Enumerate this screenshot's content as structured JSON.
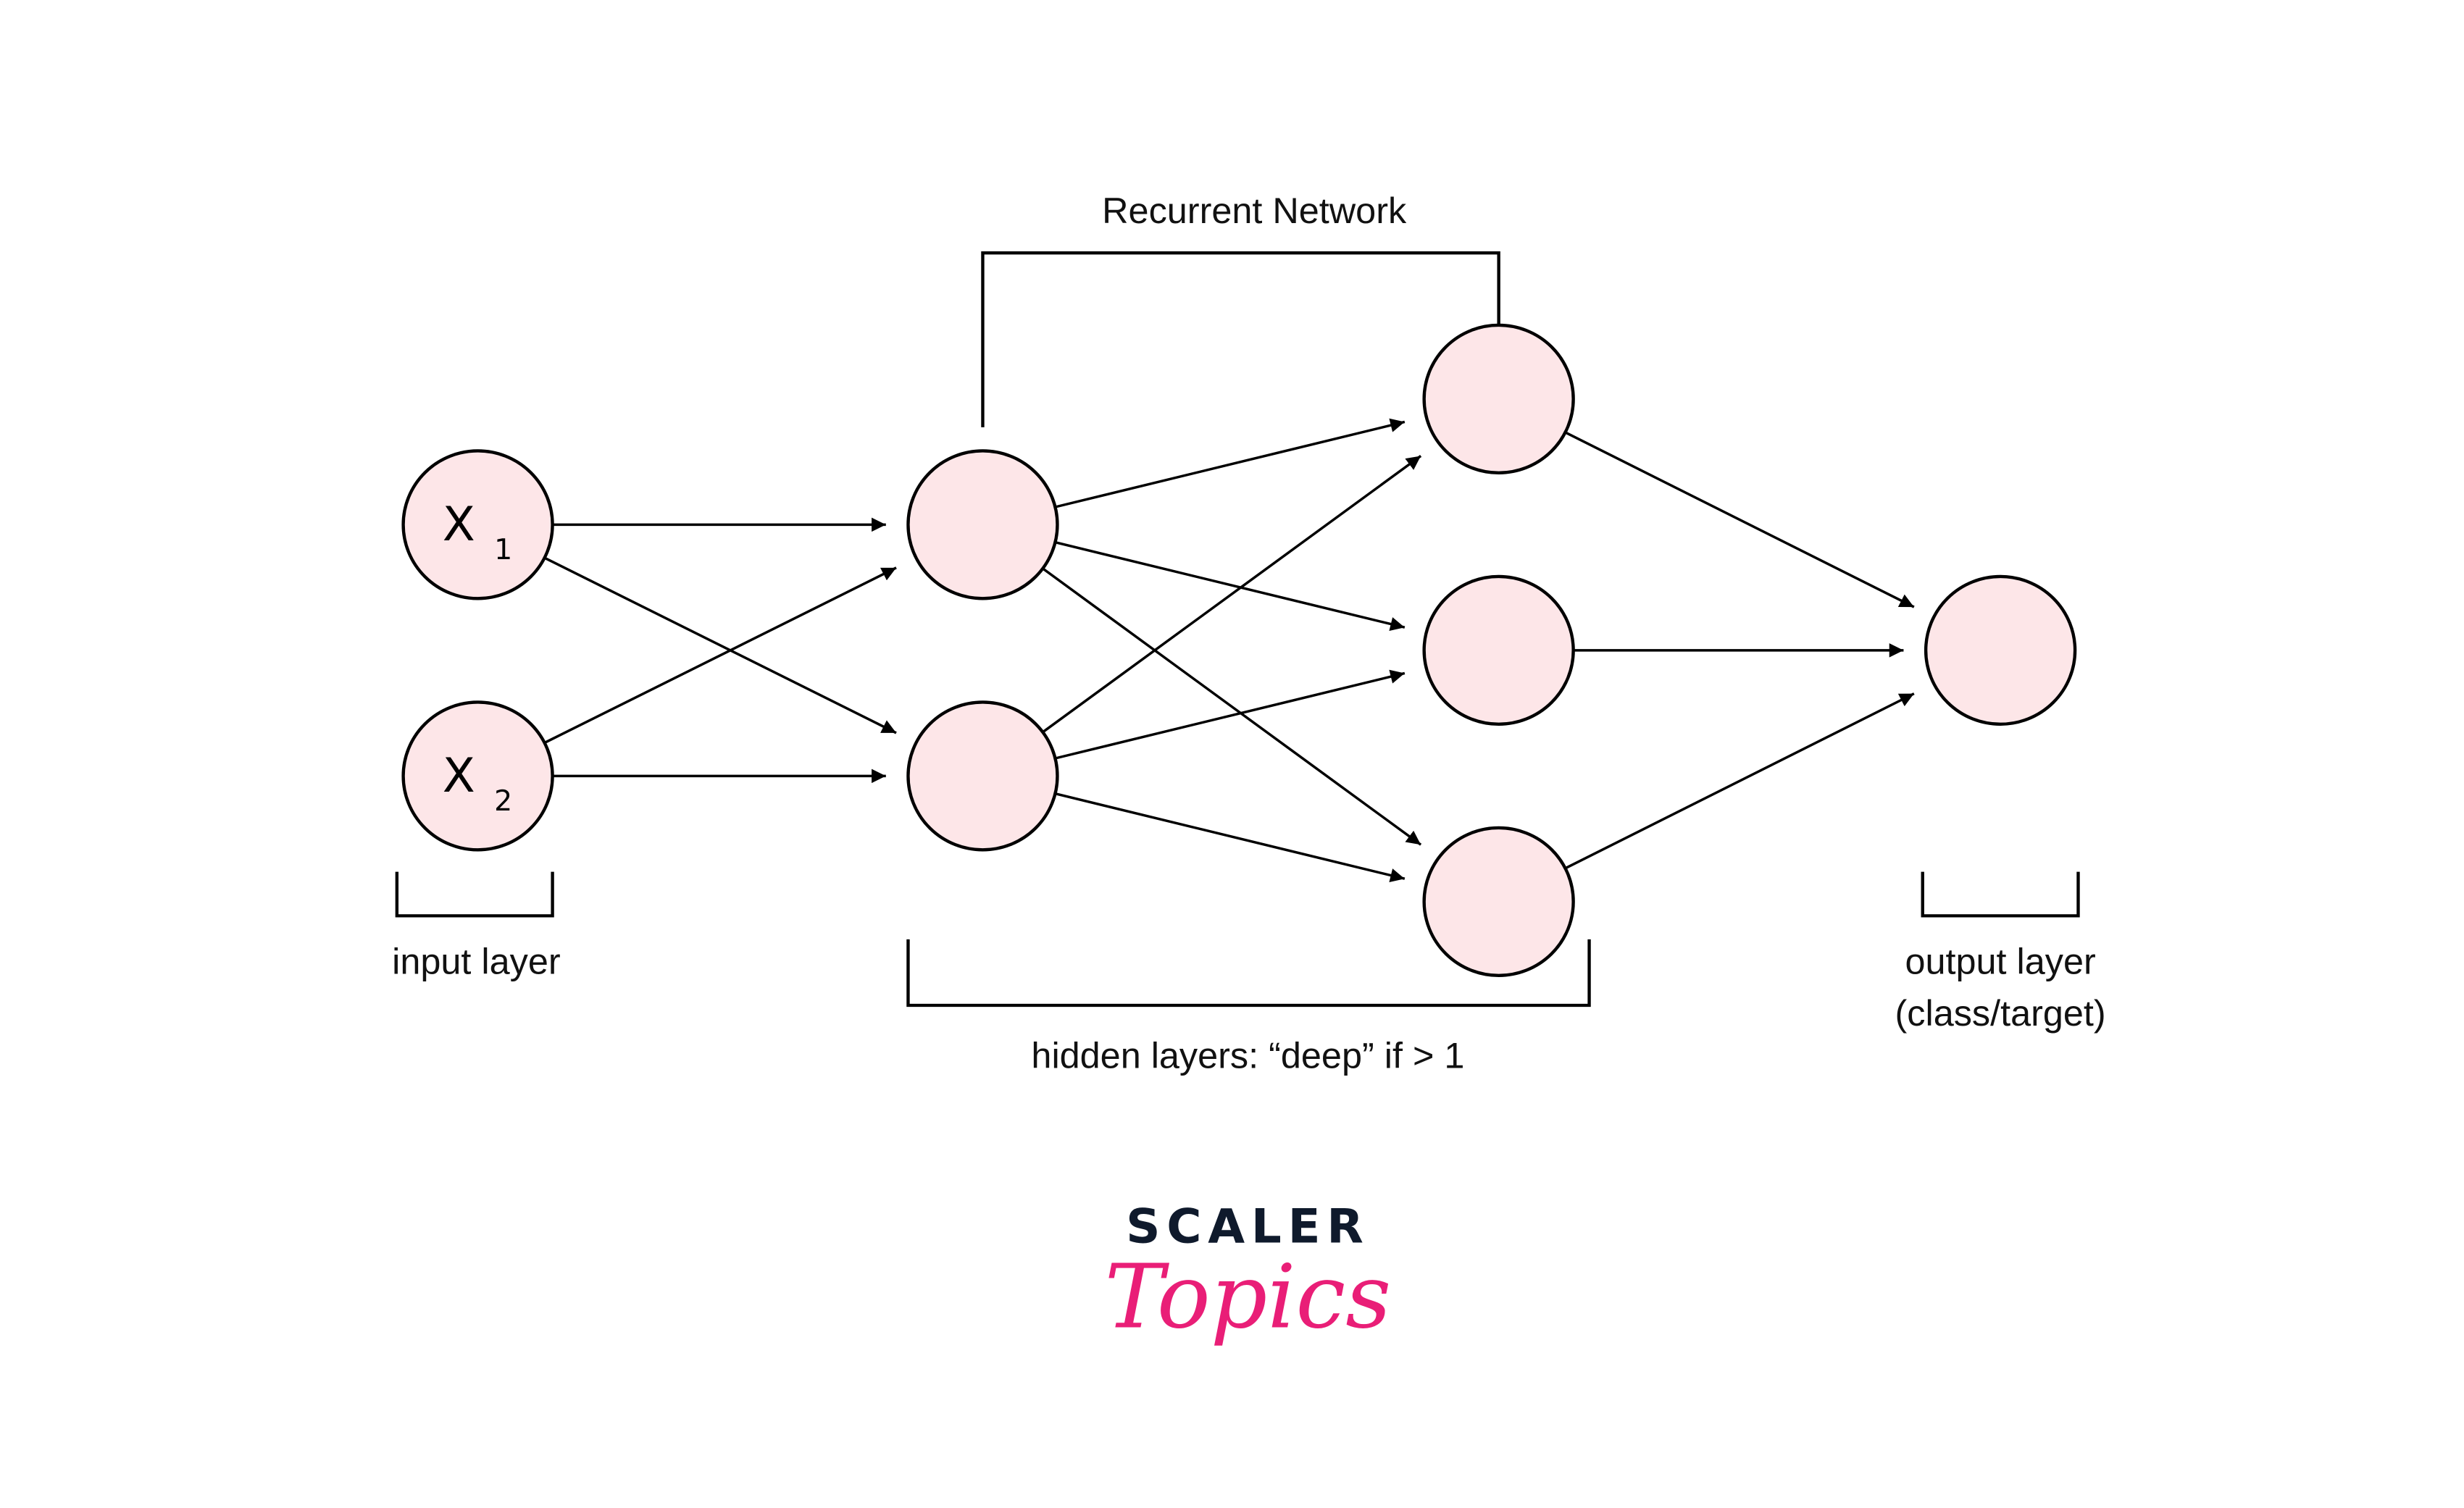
{
  "diagram": {
    "title": "Recurrent Network",
    "nodes": [
      {
        "id": "x1",
        "layer": "input",
        "label": "X",
        "subscript": "1"
      },
      {
        "id": "x2",
        "layer": "input",
        "label": "X",
        "subscript": "2"
      },
      {
        "id": "h1a",
        "layer": "hidden1",
        "label": "",
        "subscript": ""
      },
      {
        "id": "h1b",
        "layer": "hidden1",
        "label": "",
        "subscript": ""
      },
      {
        "id": "h2a",
        "layer": "hidden2",
        "label": "",
        "subscript": ""
      },
      {
        "id": "h2b",
        "layer": "hidden2",
        "label": "",
        "subscript": ""
      },
      {
        "id": "h2c",
        "layer": "hidden2",
        "label": "",
        "subscript": ""
      },
      {
        "id": "out",
        "layer": "output",
        "label": "",
        "subscript": ""
      }
    ],
    "edges": [
      [
        "x1",
        "h1a"
      ],
      [
        "x1",
        "h1b"
      ],
      [
        "x2",
        "h1a"
      ],
      [
        "x2",
        "h1b"
      ],
      [
        "h1a",
        "h2a"
      ],
      [
        "h1a",
        "h2b"
      ],
      [
        "h1a",
        "h2c"
      ],
      [
        "h1b",
        "h2a"
      ],
      [
        "h1b",
        "h2b"
      ],
      [
        "h1b",
        "h2c"
      ],
      [
        "h2a",
        "out"
      ],
      [
        "h2b",
        "out"
      ],
      [
        "h2c",
        "out"
      ]
    ],
    "recurrent_link": [
      "h1a",
      "h2a"
    ],
    "labels": {
      "input": "input layer",
      "hidden": "hidden layers: “deep” if > 1",
      "output_line1": "output layer",
      "output_line2": "(class/target)"
    },
    "colors": {
      "node_fill": "#fde6e8",
      "stroke": "#000000"
    }
  },
  "brand": {
    "top": "SCALER",
    "bottom": "Topics",
    "top_color": "#0f1a2c",
    "bottom_color": "#e91e77"
  }
}
